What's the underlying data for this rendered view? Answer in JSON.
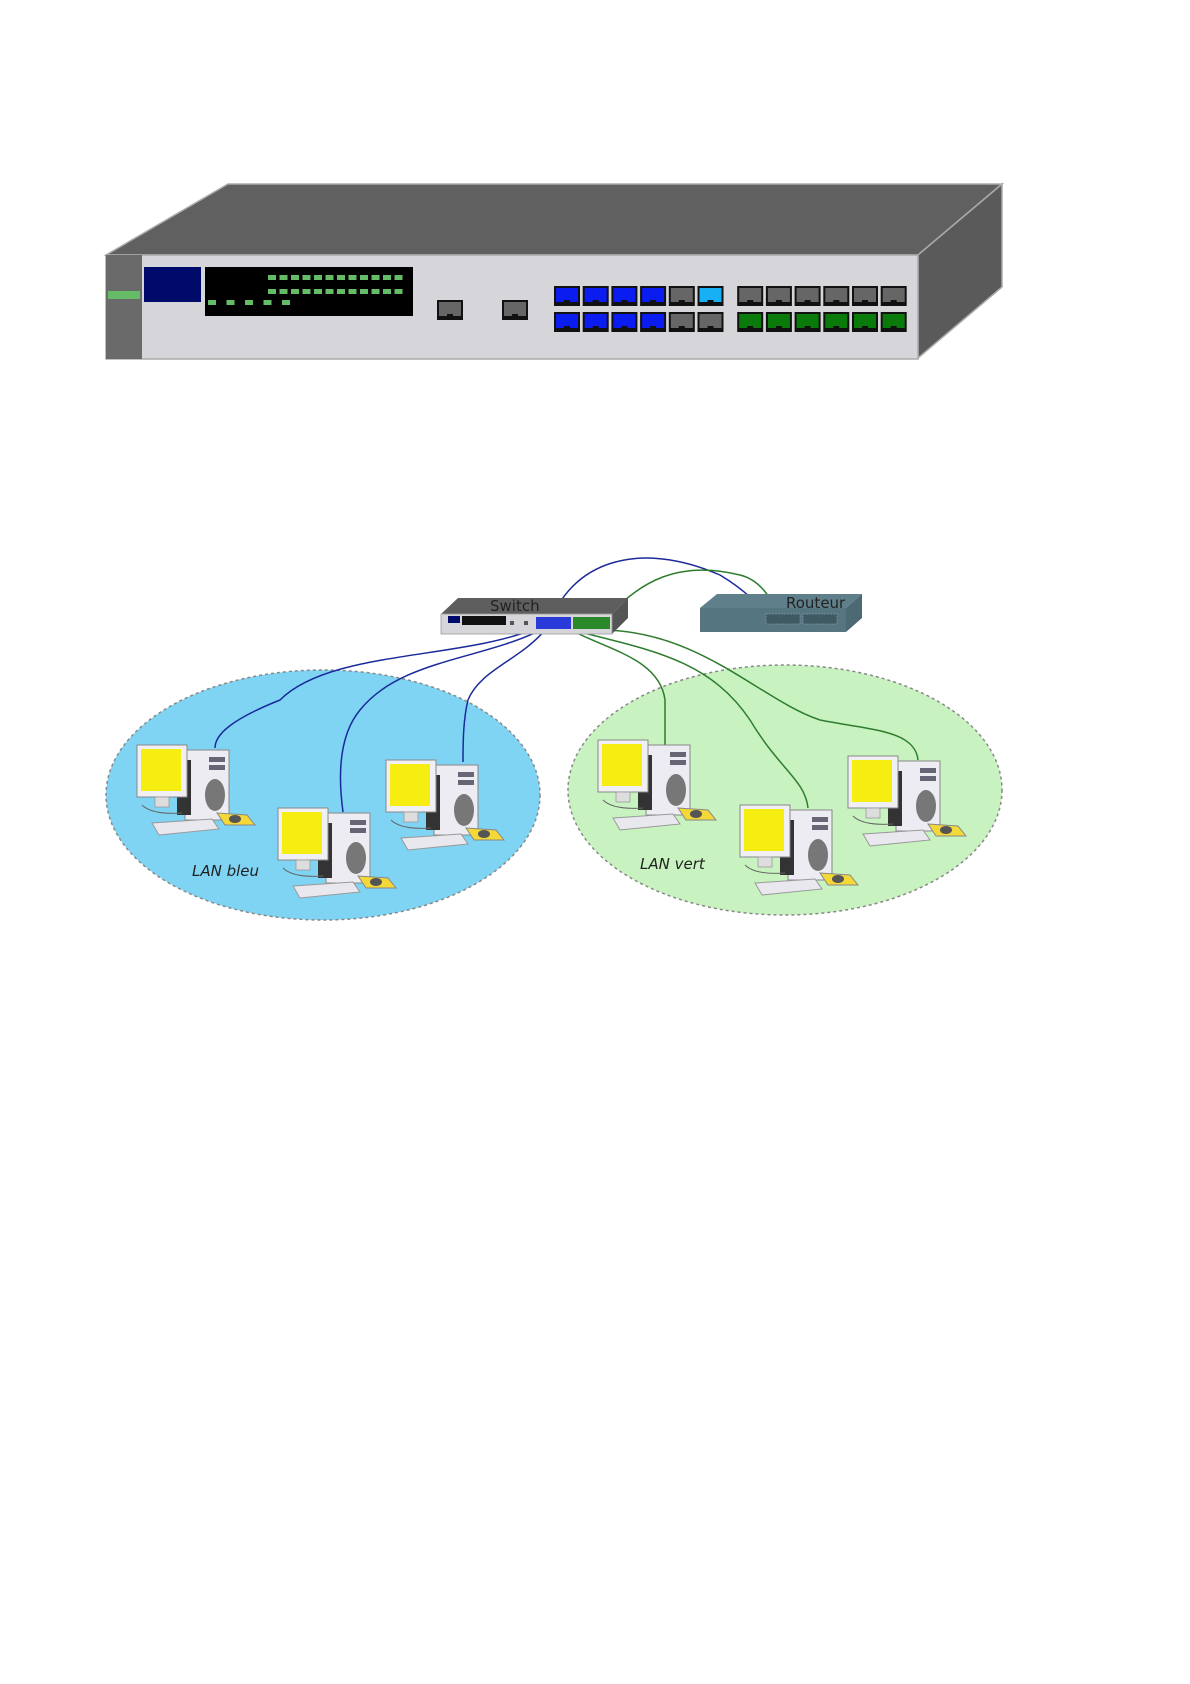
{
  "diagram": {
    "switch_label": "Switch",
    "router_label": "Routeur",
    "lan_blue_label": "LAN bleu",
    "lan_green_label": "LAN vert"
  },
  "colors": {
    "lan_blue": "#7fd4f4",
    "lan_green": "#c8f3c0",
    "cable_blue": "#1a2a9a",
    "cable_green": "#2e7d2e",
    "port_blue": "#0a1cf0",
    "port_green": "#0a7a0a",
    "screen": "#f6ee10"
  }
}
